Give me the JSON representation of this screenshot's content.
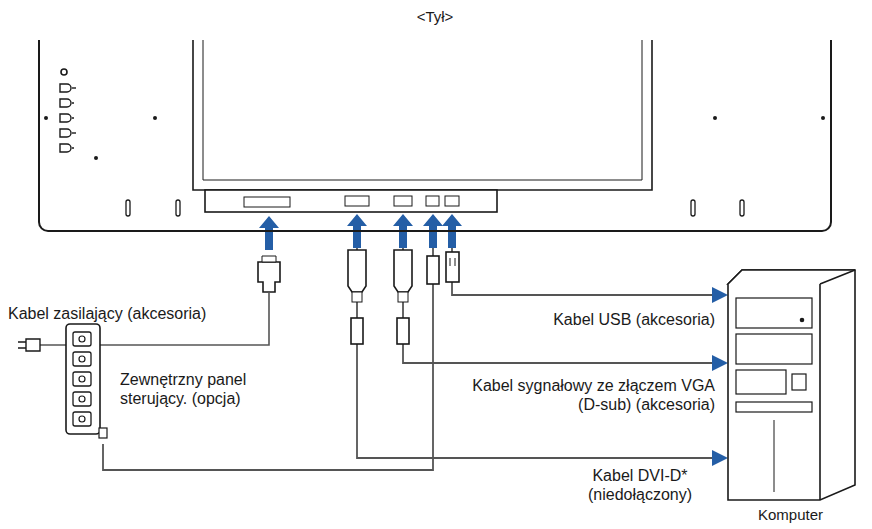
{
  "diagram": {
    "nodes": [
      {
        "text": [
          "<Tył>"
        ]
      },
      {
        "text": [
          "Zewnętrzny panel sterujący. (opcja)"
        ]
      },
      {
        "text": [
          "Komputer"
        ]
      }
    ],
    "edges": [
      {
        "from": 0,
        "to": 2,
        "arrow": "to",
        "label": "Kabel USB (akcesoria)"
      },
      {
        "from": 0,
        "to": 2,
        "arrow": "to",
        "label": "Kabel sygnałowy ze złączem VGA (D-sub) (akcesoria)"
      },
      {
        "from": 0,
        "to": 2,
        "arrow": "to",
        "label": "Kabel DVI-D* (niedołączony)"
      },
      {
        "from": 1,
        "to": 0,
        "arrow": "none"
      }
    ],
    "labels": [
      "Kabel zasilający (akcesoria)"
    ]
  }
}
